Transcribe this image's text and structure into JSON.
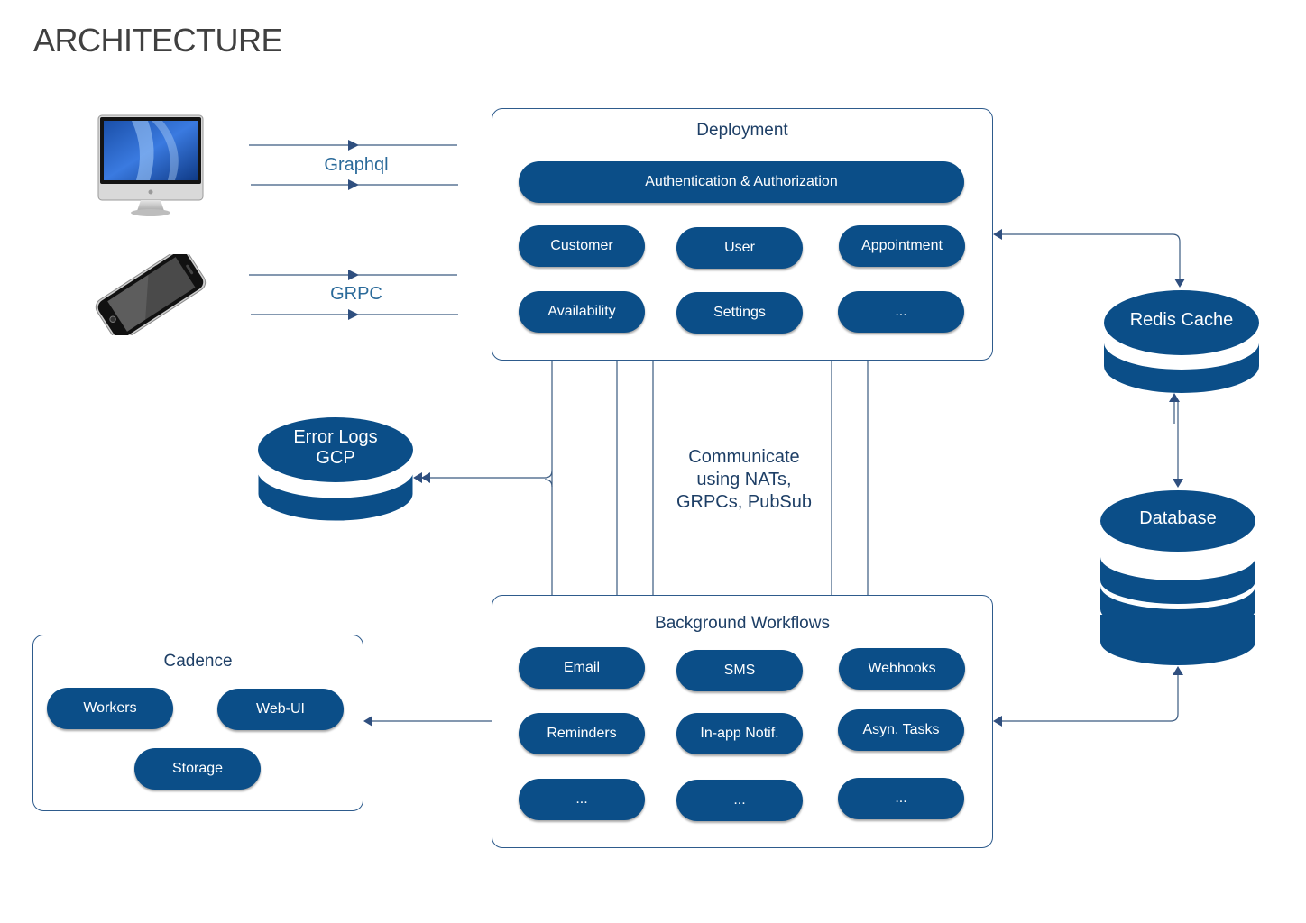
{
  "header": {
    "title": "ARCHITECTURE"
  },
  "clients": {
    "desktop_icon": "desktop-monitor-icon",
    "phone_icon": "smartphone-icon",
    "graphql_label": "Graphql",
    "grpc_label": "GRPC"
  },
  "deployment": {
    "title": "Deployment",
    "auth": "Authentication & Authorization",
    "services": [
      "Customer",
      "User",
      "Appointment",
      "Availability",
      "Settings",
      "..."
    ]
  },
  "communication": {
    "line1": "Communicate",
    "line2": "using NATs,",
    "line3": "GRPCs, PubSub"
  },
  "error_logs": {
    "line1": "Error Logs",
    "line2": "GCP"
  },
  "redis": {
    "label": "Redis Cache"
  },
  "database": {
    "label": "Database"
  },
  "background": {
    "title": "Background Workflows",
    "items": [
      "Email",
      "SMS",
      "Webhooks",
      "Reminders",
      "In-app Notif.",
      "Asyn. Tasks",
      "...",
      "...",
      "..."
    ]
  },
  "cadence": {
    "title": "Cadence",
    "items": [
      "Workers",
      "Web-UI",
      "Storage"
    ]
  },
  "colors": {
    "primary": "#0b4e88",
    "border": "#2e5b8c",
    "text": "#1e3f66",
    "line": "#3a5a80"
  }
}
